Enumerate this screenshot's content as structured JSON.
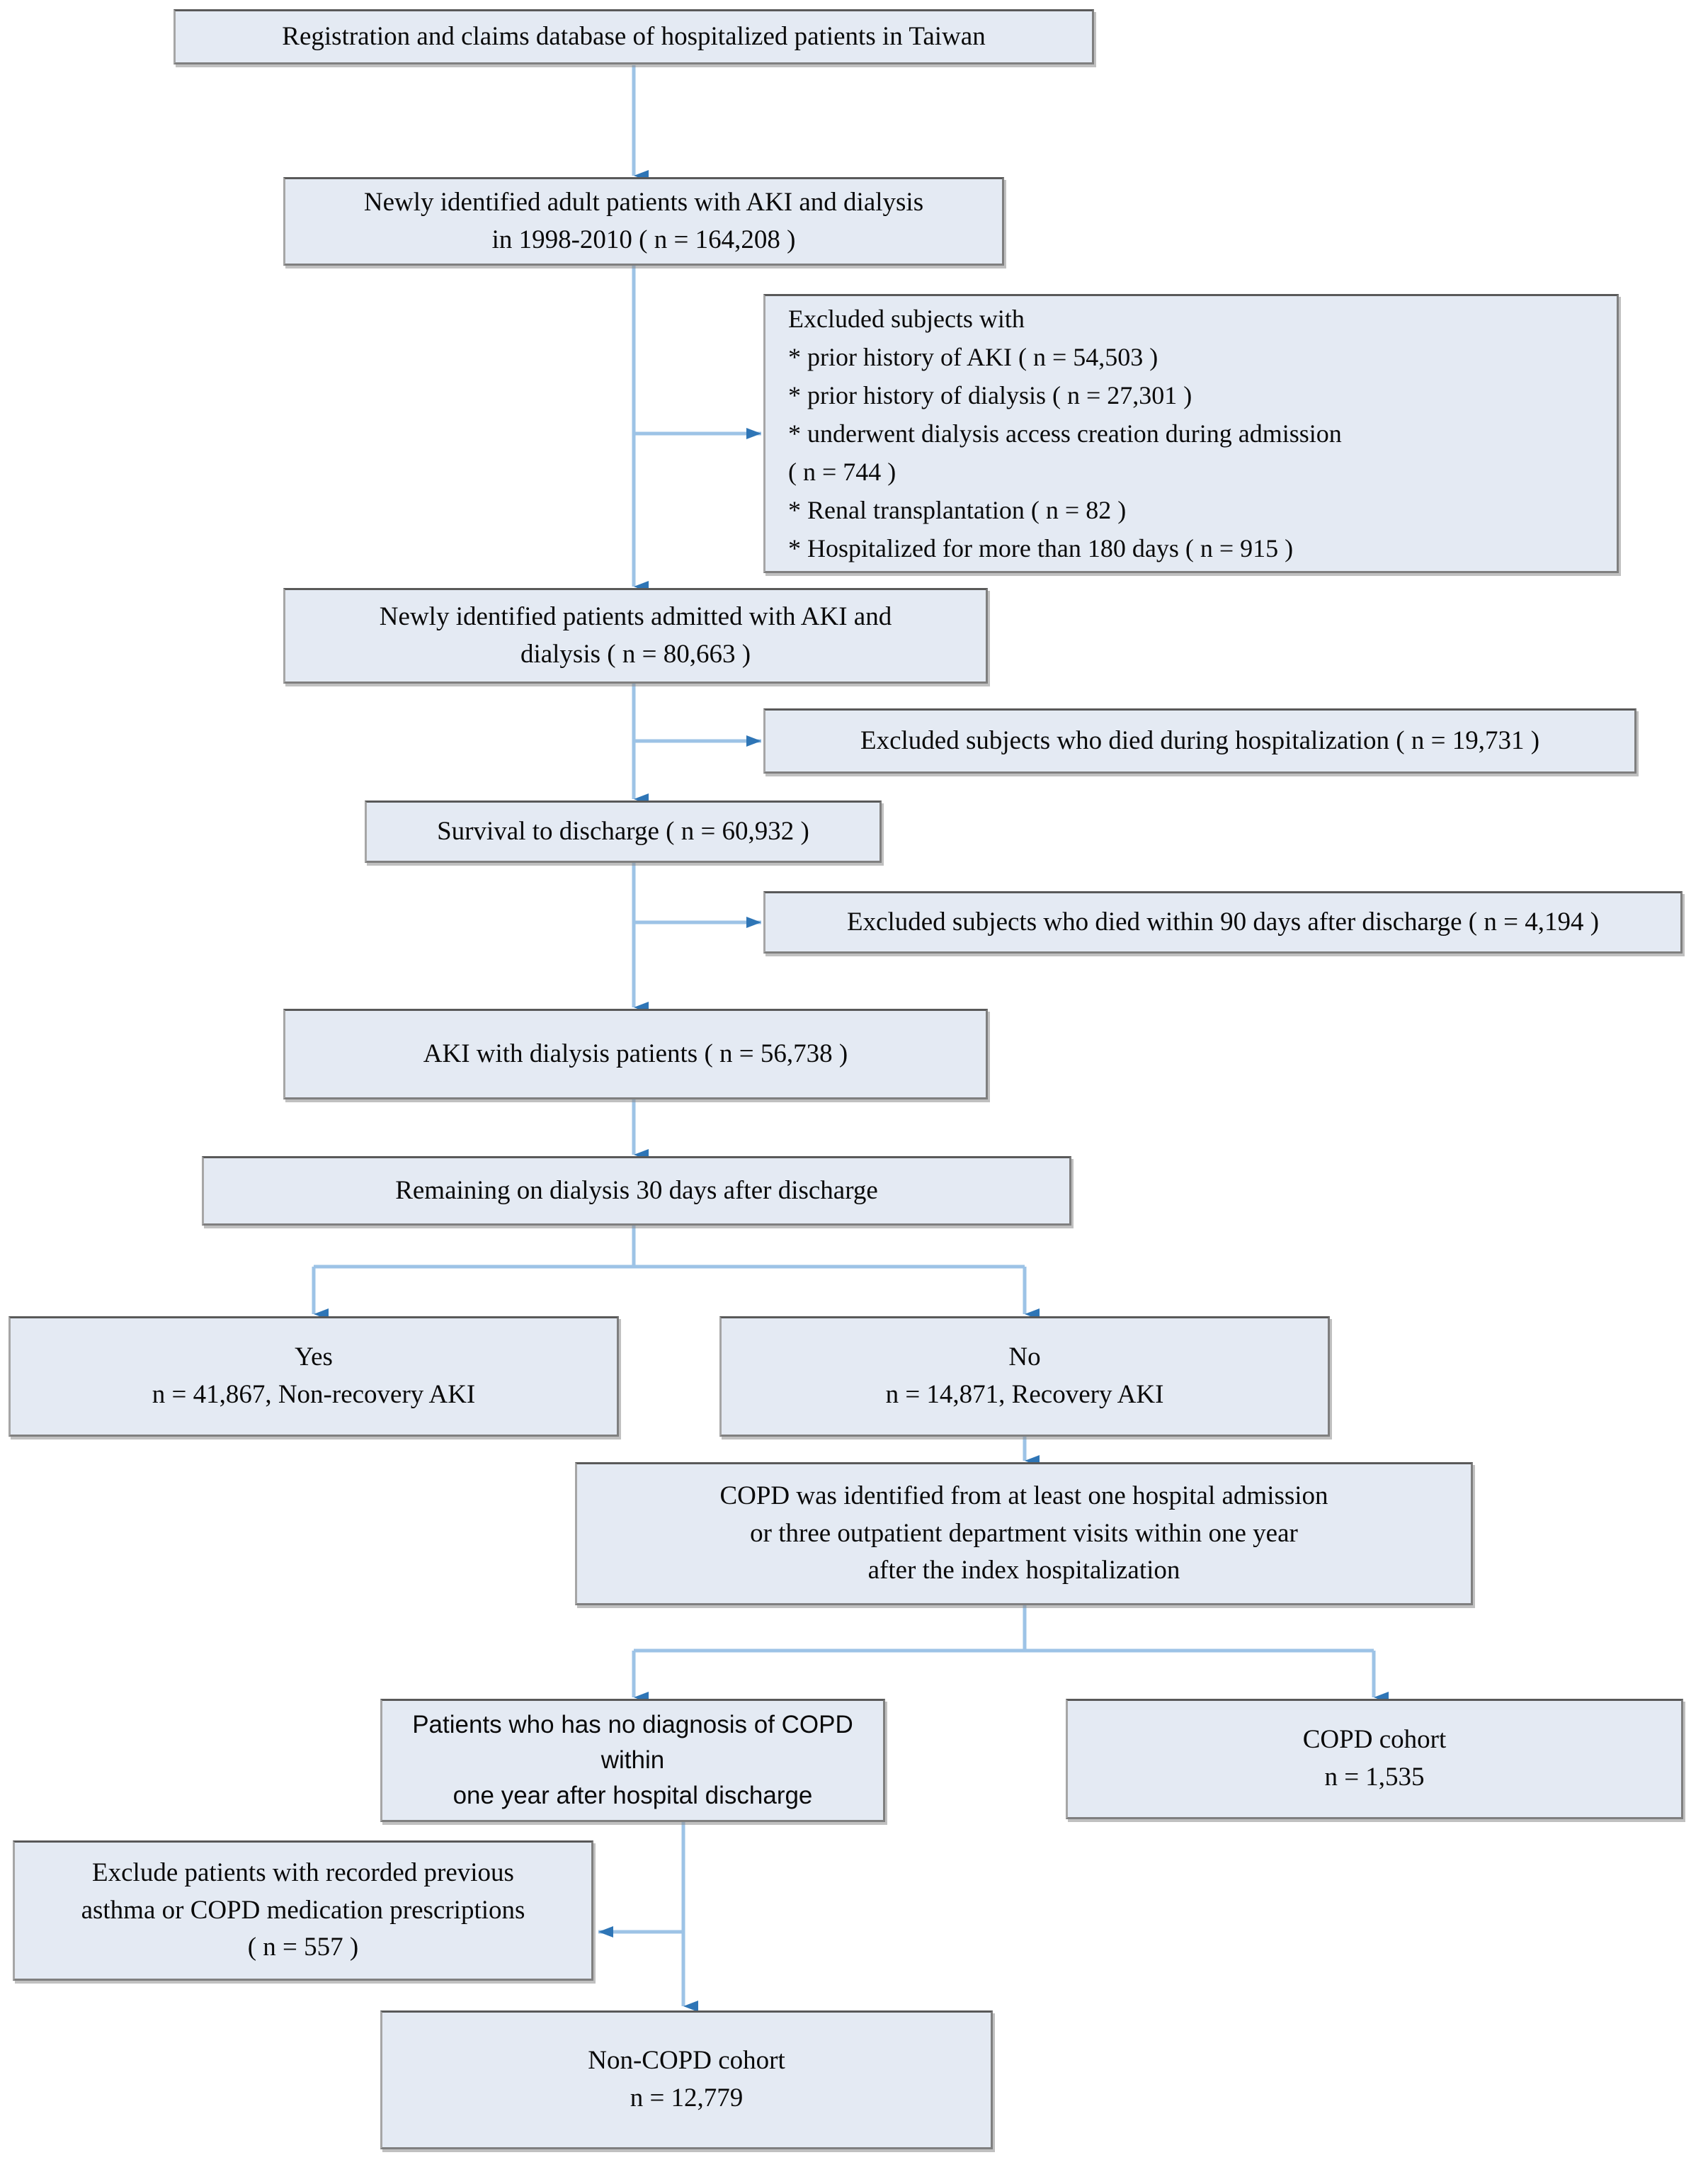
{
  "figure": {
    "type": "flowchart",
    "title": "Patient selection flow diagram (AKI with dialysis cohort, Taiwan)",
    "palette": {
      "node_fill": "#e4eaf3",
      "node_border": "#7f7f7f",
      "connector_line": "#9dc3e6",
      "connector_arrow": "#2e75b6",
      "text": "#0a0a0a",
      "background": "#ffffff"
    }
  },
  "nodes": {
    "source_db": {
      "text": "Registration and claims database of hospitalized patients in Taiwan"
    },
    "newly_identified_adults": {
      "text": "Newly identified adult patients with AKI and dialysis\nin 1998-2010 ( n = 164,208 )"
    },
    "exclusion_list": {
      "text": "Excluded subjects with\n* prior history of AKI ( n = 54,503 )\n* prior history of dialysis ( n = 27,301 )\n* underwent dialysis access creation during admission\n   ( n = 744 )\n* Renal transplantation ( n = 82 )\n* Hospitalized for more than 180 days ( n = 915 )"
    },
    "newly_identified_admitted": {
      "text": "Newly identified patients admitted with AKI and\ndialysis ( n = 80,663 )"
    },
    "excluded_died_hospital": {
      "text": "Excluded subjects who died during hospitalization ( n = 19,731 )"
    },
    "survival_discharge": {
      "text": "Survival to discharge ( n = 60,932 )"
    },
    "excluded_died_90days": {
      "text": "Excluded subjects who died within 90 days after discharge ( n = 4,194 )"
    },
    "aki_dialysis_patients": {
      "text": "AKI with dialysis patients ( n = 56,738 )"
    },
    "remaining_on_dialysis": {
      "text": "Remaining on dialysis 30 days after discharge"
    },
    "branch_yes": {
      "text": "Yes\nn = 41,867, Non-recovery AKI"
    },
    "branch_no": {
      "text": "No\nn = 14,871, Recovery AKI"
    },
    "copd_definition": {
      "text": "COPD was identified from at least one hospital admission\nor three outpatient department visits within one year\nafter the index hospitalization"
    },
    "no_copd_diagnosis": {
      "text": "Patients who has no diagnosis of COPD within\none year after hospital discharge"
    },
    "copd_cohort": {
      "text": "COPD cohort\nn = 1,535"
    },
    "exclude_asthma_meds": {
      "text": "Exclude patients with recorded previous\nasthma or COPD medication prescriptions\n( n = 557 )"
    },
    "non_copd_cohort": {
      "text": "Non-COPD cohort\nn = 12,779"
    }
  },
  "counts": {
    "identified_1998_2010": "164,208",
    "prior_history_aki": "54,503",
    "prior_history_dialysis": "27,301",
    "dialysis_access_creation": "744",
    "renal_transplantation": "82",
    "hospitalized_over_180_days": "915",
    "admitted_aki_dialysis": "80,663",
    "died_during_hospitalization": "19,731",
    "survival_to_discharge": "60,932",
    "died_within_90_days": "4,194",
    "aki_with_dialysis": "56,738",
    "non_recovery_aki": "41,867",
    "recovery_aki": "14,871",
    "copd_cohort": "1,535",
    "excluded_asthma_copd_meds": "557",
    "non_copd_cohort": "12,779"
  }
}
